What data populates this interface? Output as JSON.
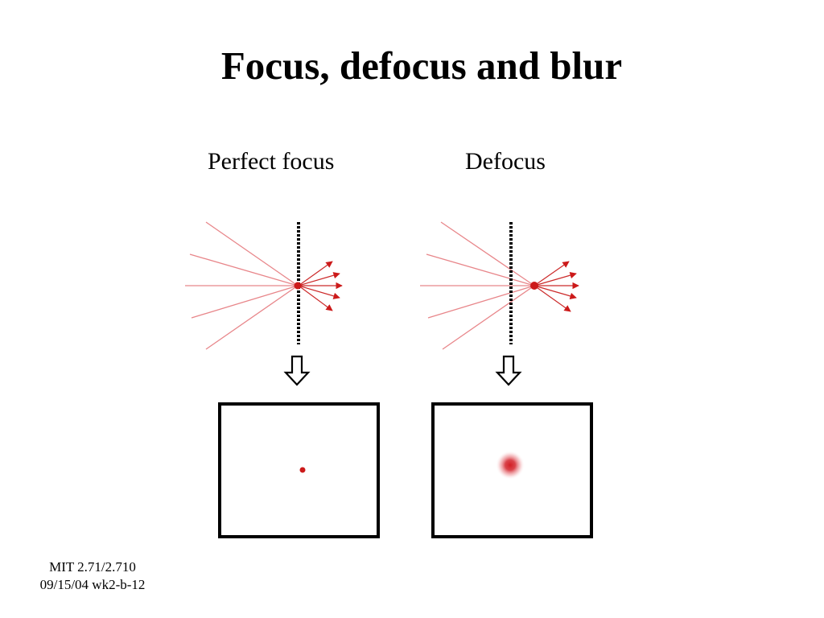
{
  "slide": {
    "title": "Focus, defocus and blur"
  },
  "panels": [
    {
      "label": "Perfect focus"
    },
    {
      "label": "Defocus"
    }
  ],
  "footer": {
    "course": "MIT 2.71/2.710",
    "date_code": "09/15/04 wk2-b-12"
  },
  "colors": {
    "ray": "#e8868a",
    "arrow": "#cc1a1a",
    "focus_point": "#cc1a1a",
    "lens": "#000000",
    "frame": "#000000"
  }
}
